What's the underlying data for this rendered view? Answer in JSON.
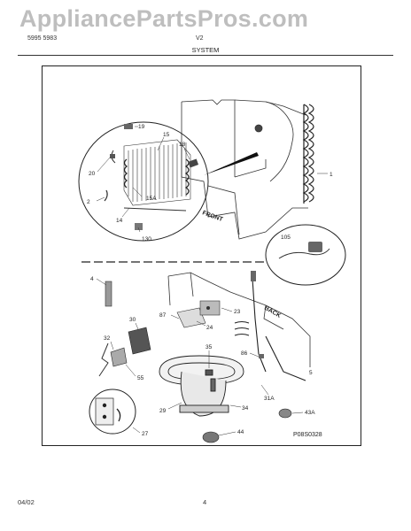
{
  "header": {
    "watermark": "AppliancePartsPros.com",
    "model_fragment": "V2",
    "part_number_fragment": "5995 5983",
    "section_title": "SYSTEM"
  },
  "diagram": {
    "callouts": [
      "19",
      "15",
      "18",
      "20",
      "15A",
      "2",
      "14",
      "130",
      "1",
      "105",
      "4",
      "87",
      "24",
      "23",
      "30",
      "32",
      "55",
      "35",
      "86",
      "BACK",
      "5",
      "31A",
      "29",
      "34",
      "43A",
      "44",
      "27",
      "FRONT"
    ],
    "drawing_code": "P08S0328"
  },
  "footer": {
    "date": "04/02",
    "page": "4"
  }
}
